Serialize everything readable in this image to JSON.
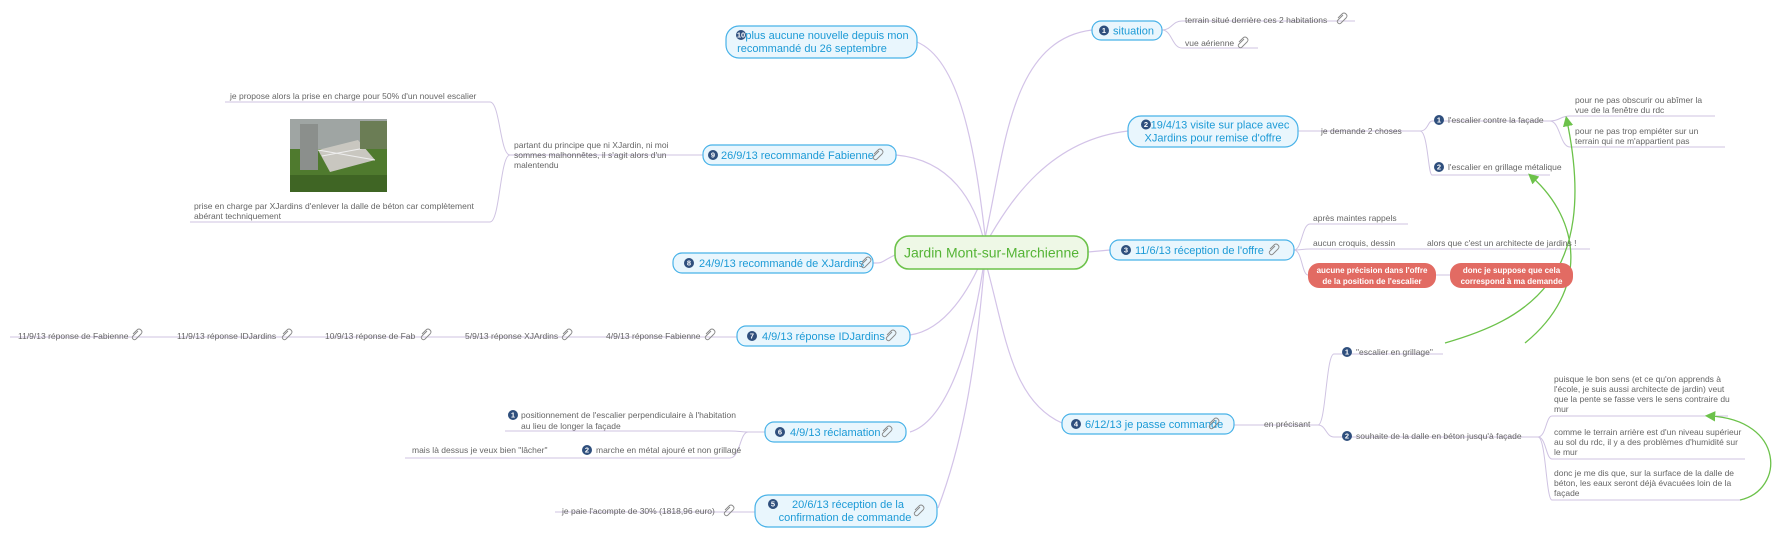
{
  "center": "Jardin Mont-sur-Marchienne",
  "b1": {
    "num": "1",
    "label": "situation",
    "c1": "terrain situé derrière ces 2 habitations",
    "c2": "vue aérienne"
  },
  "b2": {
    "num": "2",
    "l1": "19/4/13 visite sur place avec",
    "l2": "XJardins pour remise d'offre",
    "sub": "je demande 2 choses",
    "i1": {
      "num": "1",
      "label": "l'escalier contre la façade",
      "d1": [
        "pour ne pas obscurir ou abîmer la",
        "vue de la fenêtre du rdc"
      ],
      "d2": [
        "pour ne pas trop empiéter sur un",
        "terrain qui ne m'appartient pas"
      ]
    },
    "i2": {
      "num": "2",
      "label": "l'escalier en grillage métalique"
    }
  },
  "b3": {
    "num": "3",
    "label": "11/6/13 réception de l'offre",
    "c1": "après maintes rappels",
    "c2": "aucun croquis, dessin",
    "c2b": "alors que c'est un architecte de jardins !",
    "r1": [
      "aucune précision dans l'offre",
      "de la position de l'escalier"
    ],
    "r2": [
      "donc je suppose que cela",
      "correspond à ma demande"
    ]
  },
  "b4": {
    "num": "4",
    "label": "6/12/13 je passe commande",
    "sub": "en précisant",
    "i1": {
      "num": "1",
      "label": "\"escalier en grillage\""
    },
    "i2": {
      "num": "2",
      "label": "souhaite de la dalle en béton jusqu'à façade",
      "d1": [
        "puisque le bon sens (et ce qu'on apprends à",
        "l'école, je suis aussi architecte de jardin) veut",
        "que la pente se fasse vers le sens contraire du",
        "mur"
      ],
      "d2": [
        "comme le terrain arrière est d'un niveau supérieur",
        "au sol du rdc, il y a des problèmes d'humidité sur",
        "le mur"
      ],
      "d3": [
        "donc je me dis que, sur la surface de la dalle de",
        "béton, les eaux seront déjà évacuées loin de la",
        "façade"
      ]
    }
  },
  "b5": {
    "num": "5",
    "l1": "20/6/13 réception de la",
    "l2": "confirmation de commande",
    "c1": "je paie l'acompte de 30% (1818,96 euro)"
  },
  "b6": {
    "num": "6",
    "label": "4/9/13 réclamation",
    "i1": {
      "num": "1",
      "lines": [
        "positionnement de l'escalier perpendiculaire à l'habitation",
        "au lieu de longer la façade"
      ]
    },
    "i2": {
      "num": "2",
      "label": "marche en métal ajouré et non grillagé",
      "sub": "mais là dessus je veux bien \"lâcher\""
    }
  },
  "b7": {
    "num": "7",
    "label": "4/9/13 réponse IDJardins",
    "chain": [
      "4/9/13 réponse Fabienne",
      "5/9/13 réponse XJArdins",
      "10/9/13 réponse de Fab",
      "11/9/13 réponse IDJardins",
      "11/9/13 réponse de Fabienne"
    ]
  },
  "b8": {
    "num": "8",
    "label": "24/9/13 recommandé de XJardins"
  },
  "b9": {
    "num": "9",
    "label": "26/9/13 recommandé Fabienne",
    "sub": [
      "partant du principe que ni XJardin, ni moi",
      "sommes malhonnêtes, il s'agit alors d'un",
      "malentendu"
    ],
    "top": "je propose alors la prise en charge pour 50% d'un nouvel escalier",
    "bottom": [
      "prise en charge par XJardins d'enlever la dalle de béton car complètement",
      "abérant techniquement"
    ]
  },
  "b10": {
    "num": "10",
    "l1": "plus aucune nouvelle depuis mon",
    "l2": "recommandé du 26 septembre"
  },
  "colors": {
    "branch": "#1c9ad6",
    "center": "#55b436",
    "badge": "#e26b63",
    "edge": "#d3c3e8"
  }
}
